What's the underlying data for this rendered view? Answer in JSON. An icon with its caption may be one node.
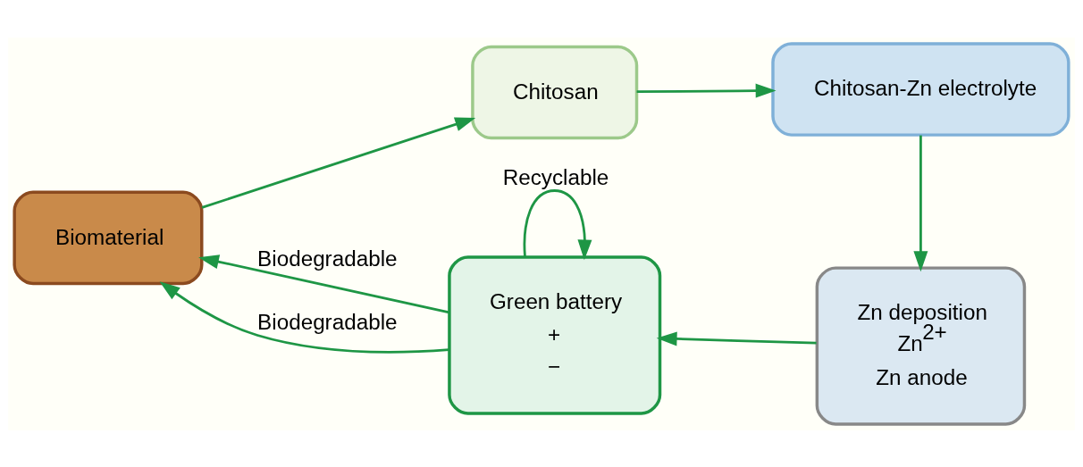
{
  "diagram": {
    "nodes": [
      {
        "text": [
          "Biomaterial"
        ]
      },
      {
        "text": [
          "Chitosan"
        ]
      },
      {
        "text": [
          "Chitosan-Zn electrolyte"
        ]
      },
      {
        "text": [
          "Zn deposition",
          "Zn$^{2+}$",
          "Zn anode"
        ]
      },
      {
        "text": [
          "Green battery",
          "+",
          "−"
        ]
      }
    ],
    "edges": [
      {
        "from": 0,
        "to": 1,
        "arrow": "to"
      },
      {
        "from": 1,
        "to": 2,
        "arrow": "to"
      },
      {
        "from": 2,
        "to": 3,
        "arrow": "to"
      },
      {
        "from": 3,
        "to": 4,
        "arrow": "to"
      },
      {
        "from": 4,
        "to": 0,
        "arrow": "to",
        "label": "Biodegradable"
      },
      {
        "from": 4,
        "to": 0,
        "arrow": "to",
        "label": "Biodegradable"
      },
      {
        "from": 4,
        "to": 4,
        "arrow": "to",
        "label": "Recyclable"
      }
    ]
  }
}
